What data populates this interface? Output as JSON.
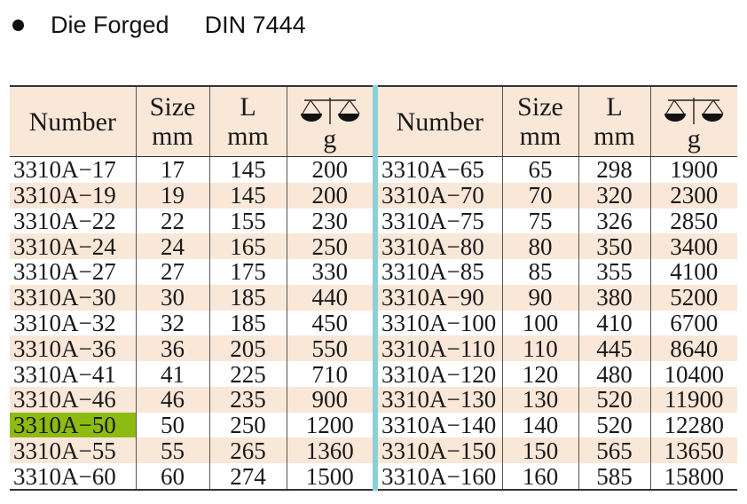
{
  "header": {
    "title": "Die Forged",
    "standard": "DIN 7444"
  },
  "columns": {
    "number": "Number",
    "size": [
      "Size",
      "mm"
    ],
    "length": [
      "L",
      "mm"
    ],
    "weight_unit": "g",
    "weight_icon": "balance-scale-icon"
  },
  "left_rows": [
    [
      "3310A−17",
      "17",
      "145",
      "200"
    ],
    [
      "3310A−19",
      "19",
      "145",
      "200"
    ],
    [
      "3310A−22",
      "22",
      "155",
      "230"
    ],
    [
      "3310A−24",
      "24",
      "165",
      "250"
    ],
    [
      "3310A−27",
      "27",
      "175",
      "330"
    ],
    [
      "3310A−30",
      "30",
      "185",
      "440"
    ],
    [
      "3310A−32",
      "32",
      "185",
      "450"
    ],
    [
      "3310A−36",
      "36",
      "205",
      "550"
    ],
    [
      "3310A−41",
      "41",
      "225",
      "710"
    ],
    [
      "3310A−46",
      "46",
      "235",
      "900"
    ],
    [
      "3310A−50",
      "50",
      "250",
      "1200"
    ],
    [
      "3310A−55",
      "55",
      "265",
      "1360"
    ],
    [
      "3310A−60",
      "60",
      "274",
      "1500"
    ]
  ],
  "right_rows": [
    [
      "3310A−65",
      "65",
      "298",
      "1900"
    ],
    [
      "3310A−70",
      "70",
      "320",
      "2300"
    ],
    [
      "3310A−75",
      "75",
      "326",
      "2850"
    ],
    [
      "3310A−80",
      "80",
      "350",
      "3400"
    ],
    [
      "3310A−85",
      "85",
      "355",
      "4100"
    ],
    [
      "3310A−90",
      "90",
      "380",
      "5200"
    ],
    [
      "3310A−100",
      "100",
      "410",
      "6700"
    ],
    [
      "3310A−110",
      "110",
      "445",
      "8640"
    ],
    [
      "3310A−120",
      "120",
      "480",
      "10400"
    ],
    [
      "3310A−130",
      "130",
      "520",
      "11900"
    ],
    [
      "3310A−140",
      "140",
      "520",
      "12280"
    ],
    [
      "3310A−150",
      "150",
      "565",
      "13650"
    ],
    [
      "3310A−160",
      "160",
      "585",
      "15800"
    ]
  ],
  "highlighted_number": "3310A−50",
  "colors": {
    "row_alt": "#f9e7d8",
    "highlight": "#8dbb12",
    "divider": "#8cd0d8"
  }
}
